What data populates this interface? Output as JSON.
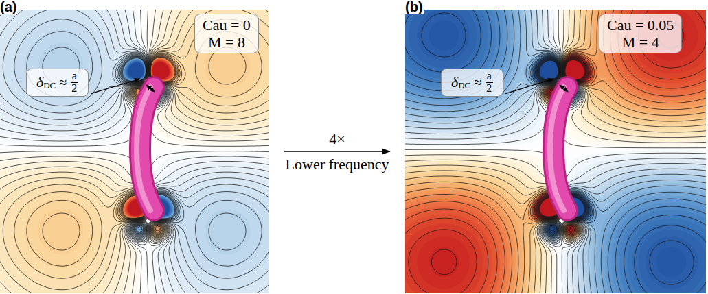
{
  "diagram": {
    "nodes": [
      {
        "text": [
          "(a)"
        ]
      },
      {
        "text": [
          "Cau = 0",
          "M = 8"
        ],
        "in": 0
      },
      {
        "text": [
          "δ",
          "DC",
          "≈",
          "a",
          "2"
        ],
        "in": 0
      },
      {
        "text": [
          "(b)"
        ]
      },
      {
        "text": [
          "Cau = 0.05",
          "M = 4"
        ],
        "in": 3
      },
      {
        "text": [
          "δ",
          "DC",
          "≈",
          "a",
          "2"
        ],
        "in": 3
      }
    ],
    "edges": [
      {
        "from": 0,
        "to": 3,
        "arrow": "to",
        "label": "4×"
      }
    ],
    "labels": [
      "Lower frequency"
    ]
  }
}
